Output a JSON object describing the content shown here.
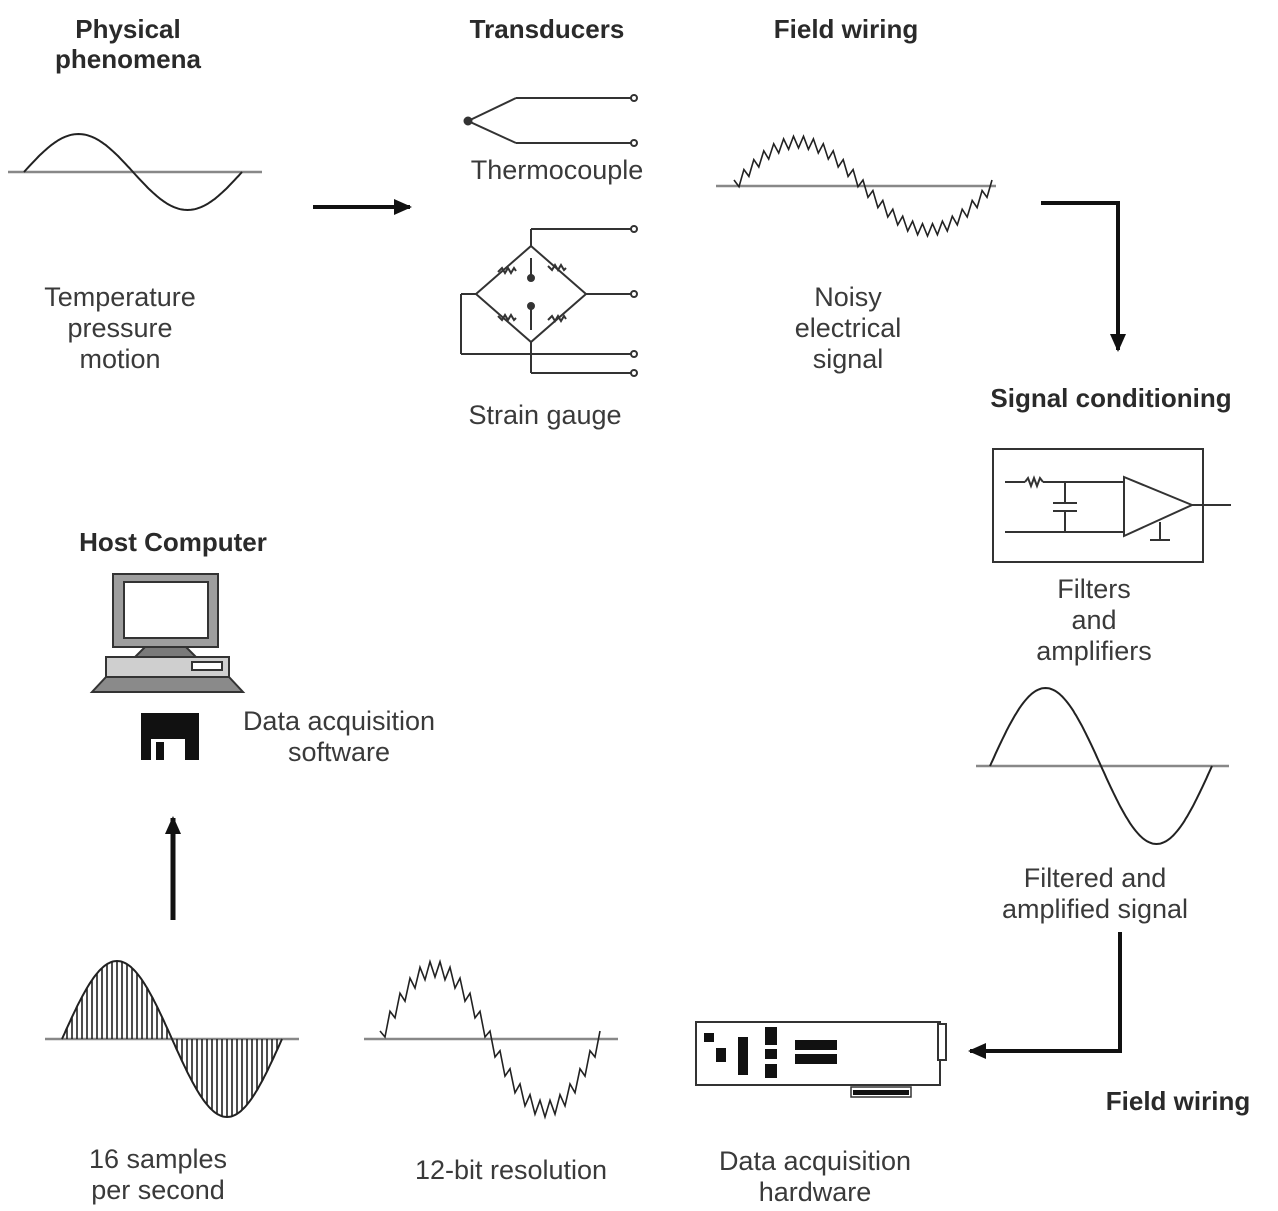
{
  "headings": {
    "physical_phenomena": [
      "Physical",
      "phenomena"
    ],
    "transducers": "Transducers",
    "field_wiring_top": "Field wiring",
    "signal_conditioning": "Signal conditioning",
    "host_computer": "Host Computer",
    "field_wiring_bottom": "Field wiring"
  },
  "labels": {
    "phenomena_list": [
      "Temperature",
      "pressure",
      "motion"
    ],
    "thermocouple": "Thermocouple",
    "strain_gauge": "Strain gauge",
    "noisy_signal": [
      "Noisy",
      "electrical",
      "signal"
    ],
    "filters_amplifiers": [
      "Filters",
      "and",
      "amplifiers"
    ],
    "filtered_signal": [
      "Filtered and",
      "amplified signal"
    ],
    "daq_hardware": [
      "Data acquisition",
      "hardware"
    ],
    "resolution": "12-bit resolution",
    "samples": [
      "16 samples",
      "per second"
    ],
    "daq_software": [
      "Data acquisition",
      "software"
    ]
  },
  "icons": [
    "sine-wave-icon",
    "thermocouple-icon",
    "strain-gauge-bridge-icon",
    "noisy-wave-icon",
    "filter-amplifier-circuit-icon",
    "filtered-wave-icon",
    "daq-card-icon",
    "quantized-wave-icon",
    "sampled-wave-icon",
    "computer-icon",
    "floppy-disk-icon"
  ]
}
